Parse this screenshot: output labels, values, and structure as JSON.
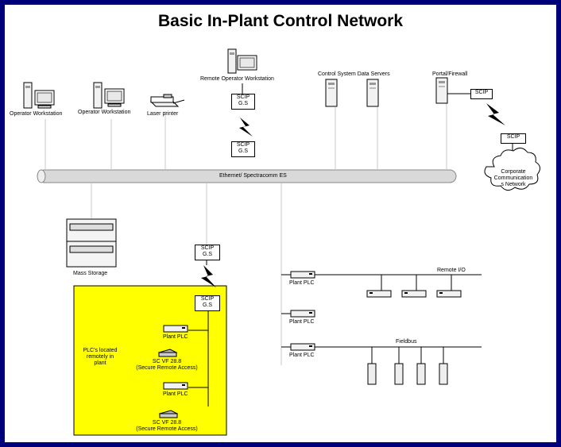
{
  "title": "Basic In-Plant Control Network",
  "colors": {
    "frame": "#00007a",
    "backbone": "#d6d6d6",
    "plant_zone": "#ffff00"
  },
  "nodes": {
    "operator_ws_1": "Operator Workstation",
    "operator_ws_2": "Operator Workstation",
    "laser_printer": "Laser printer",
    "remote_operator_ws": "Remote Operator Workstation",
    "data_servers": "Control System Data Servers",
    "portal_firewall": "Portal/Firewall",
    "corporate_network_1": "Corporate",
    "corporate_network_2": "Communication",
    "corporate_network_3": "s Network",
    "ethernet": "Ethernet/ Spectracomm ES",
    "mass_storage": "Mass Storage",
    "plant_plc_1": "Plant PLC",
    "plant_plc_2": "Plant PLC",
    "plant_plc_3": "Plant PLC",
    "remote_io": "Remote I/O",
    "fieldbus": "Fieldbus",
    "local_plc_1": "Plant PLC",
    "local_plc_2": "Plant PLC",
    "plc_located_1": "PLC's located",
    "plc_located_2": "remotely in",
    "plc_located_3": "plant",
    "scvf_1_a": "SC VF 28.8",
    "scvf_1_b": "(Secure Remote Access)",
    "scvf_2_a": "SC VF 28.8",
    "scvf_2_b": "(Secure  Remote Access)"
  },
  "scip": {
    "line1": "SCIP",
    "line2": "G.S",
    "single": "SCIP"
  }
}
